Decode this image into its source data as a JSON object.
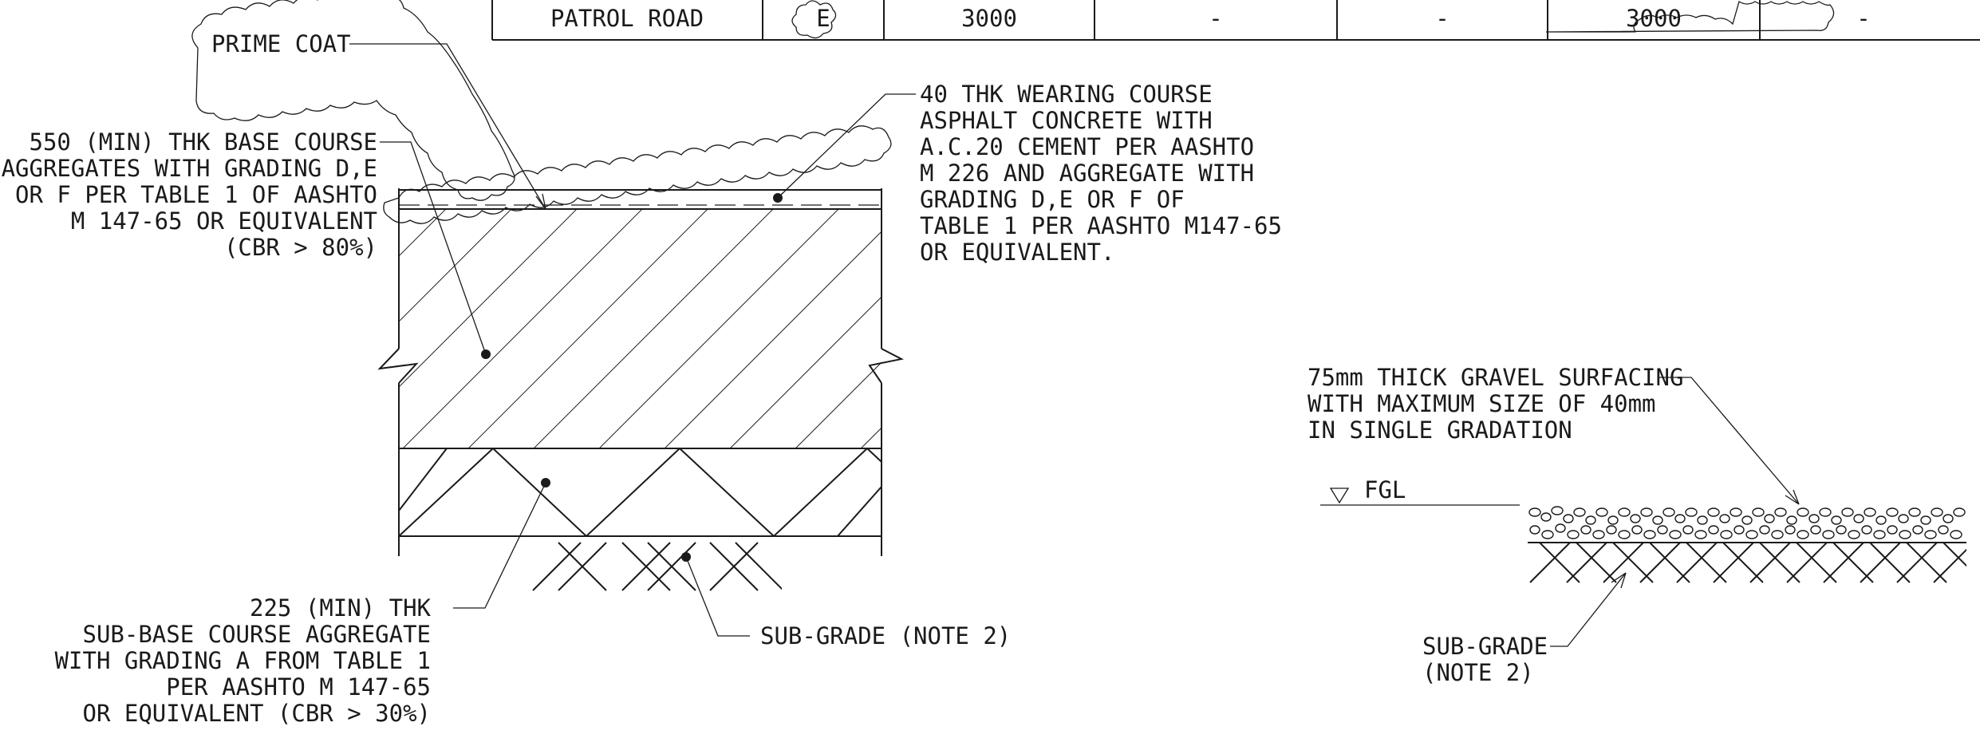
{
  "table_row": {
    "cells": [
      "PATROL ROAD",
      "E",
      "3000",
      "-",
      "-",
      "3000",
      "-"
    ]
  },
  "labels": {
    "prime_coat": "PRIME COAT",
    "base_course": [
      "550 (MIN) THK BASE COURSE",
      "AGGREGATES WITH GRADING D,E",
      "OR F PER TABLE 1 OF AASHTO",
      "M 147-65 OR EQUIVALENT",
      "(CBR > 80%)"
    ],
    "wearing_course": [
      "40 THK WEARING COURSE",
      "ASPHALT CONCRETE WITH",
      "A.C.20 CEMENT PER AASHTO",
      "M 226 AND AGGREGATE WITH",
      "GRADING D,E OR F OF",
      "TABLE 1 PER AASHTO M147-65",
      "OR EQUIVALENT."
    ],
    "sub_base": [
      "225 (MIN) THK",
      "SUB-BASE COURSE AGGREGATE",
      "WITH GRADING A FROM TABLE 1",
      "PER AASHTO M 147-65",
      "OR EQUIVALENT (CBR > 30%)"
    ],
    "sub_grade_left": "SUB-GRADE (NOTE 2)",
    "gravel": [
      "75mm THICK GRAVEL SURFACING",
      "WITH MAXIMUM SIZE OF 40mm",
      "IN SINGLE GRADATION"
    ],
    "fgl": "FGL",
    "sub_grade_right": [
      "SUB-GRADE",
      "(NOTE 2)"
    ]
  }
}
